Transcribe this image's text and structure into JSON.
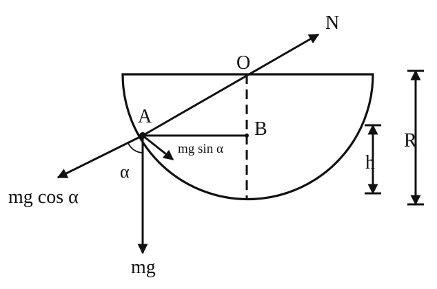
{
  "labels": {
    "N": "N",
    "O": "O",
    "A": "A",
    "B": "B",
    "R": "R",
    "h": "h",
    "alpha": "α",
    "mg": "mg",
    "mg_sin": "mg sin α",
    "mg_cos": "mg cos α"
  },
  "colors": {
    "ink": "#111111",
    "background": "#ffffff"
  }
}
